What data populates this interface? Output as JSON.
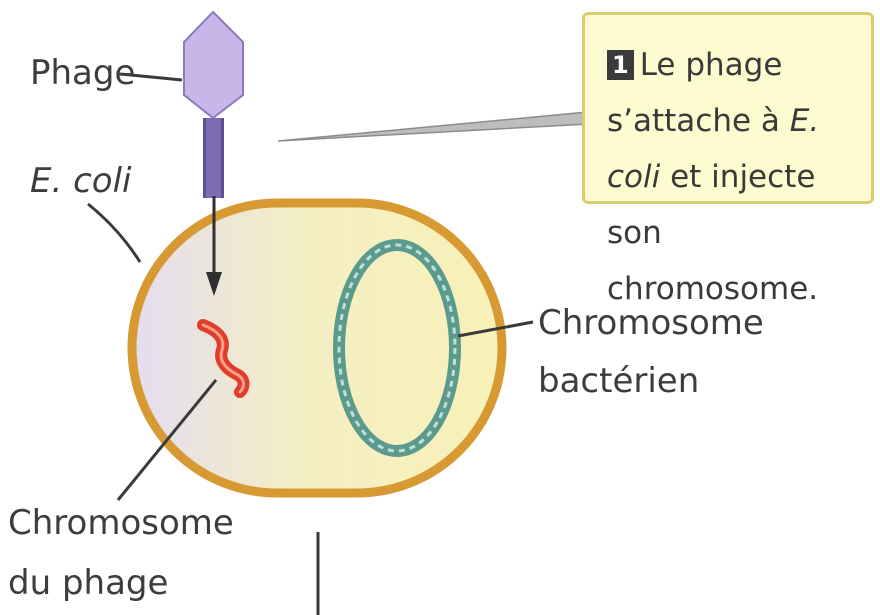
{
  "labels": {
    "phage": "Phage",
    "ecoli": "E. coli",
    "bacterial_chromosome_line1": "Chromosome",
    "bacterial_chromosome_line2": "bactérien",
    "phage_chromosome_line1": "Chromosome",
    "phage_chromosome_line2": "du phage"
  },
  "callout": {
    "step": "1",
    "text_before": "Le phage s’attache à ",
    "text_italic": "E. coli",
    "text_after": " et injecte son chromosome."
  },
  "colors": {
    "phage_head": "#c9b6e8",
    "phage_tail": "#7e6cb2",
    "cell_border": "#d79a32",
    "cell_fill": "#f6efc0",
    "bacterial_chromosome": "#5b9a8c",
    "phage_chromosome": "#e23c2a",
    "callout_bg": "#fdfbd0",
    "callout_border": "#d7cf6e"
  }
}
